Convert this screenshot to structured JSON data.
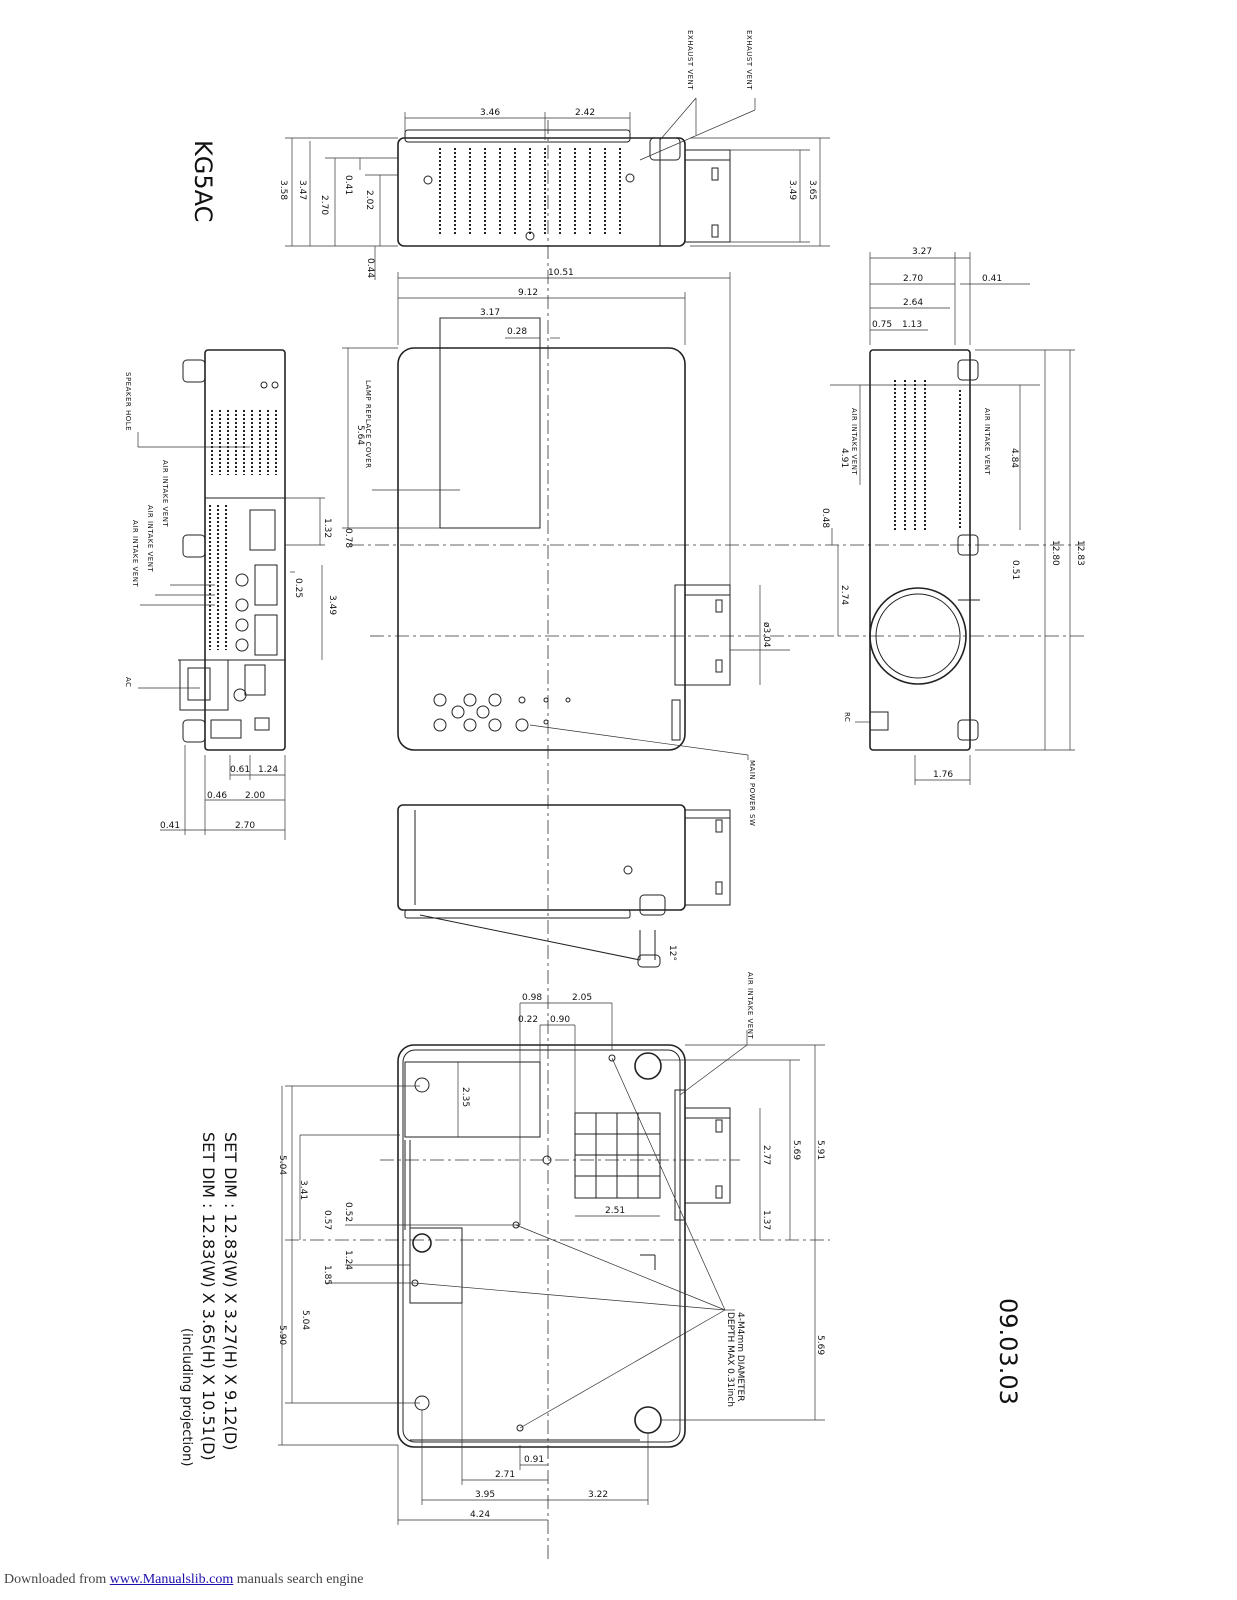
{
  "drawing": {
    "model": "KG5AC",
    "date": "09.03.03",
    "set_dim_1": "SET DIM : 12.83(W) X 3.27(H) X  9.12(D)",
    "set_dim_2": "SET DIM : 12.83(W) X 3.65(H) X 10.51(D)",
    "set_dim_note": "(including projection)",
    "labels": {
      "exhaust_vent_1": "EXHAUST VENT",
      "exhaust_vent_2": "EXHAUST VENT",
      "speaker_hole": "SPEAKER HOLE",
      "air_intake_1": "AIR INTAKE VENT",
      "air_intake_2": "AIR INTAKE VENT",
      "air_intake_3": "AIR INTAKE VENT",
      "air_intake_4": "AIR INTAKE VENT",
      "air_intake_5": "AIR INTAKE VENT",
      "air_intake_6": "AIR INTAKE VENT",
      "ac": "AC",
      "lamp_cover": "LAMP REPLACE COVER",
      "main_power": "MAIN POWER SW",
      "rc": "RC",
      "m4_line1": "4-M4mm DIAMETER",
      "m4_line2": "DEPTH MAX 0.31inch",
      "angle": "12°"
    },
    "dims": {
      "d346": "3.46",
      "d242": "2.42",
      "d358": "3.58",
      "d347": "3.47",
      "d041a": "0.41",
      "d270a": "2.70",
      "d202": "2.02",
      "d044": "0.44",
      "d349a": "3.49",
      "d365": "3.65",
      "d1051": "10.51",
      "d912": "9.12",
      "d317": "3.17",
      "d028": "0.28",
      "d564": "5.64",
      "d132": "1.32",
      "d078": "0.78",
      "d025": "0.25",
      "d349b": "3.49",
      "d304": "ø3.04",
      "d061": "0.61",
      "d124a": "1.24",
      "d046": "0.46",
      "d200": "2.00",
      "d041b": "0.41",
      "d270b": "2.70",
      "d327": "3.27",
      "d270c": "2.70",
      "d041c": "0.41",
      "d264": "2.64",
      "d075": "0.75",
      "d113": "1.13",
      "d491": "4.91",
      "d484": "4.84",
      "d048": "0.48",
      "d051": "0.51",
      "d274": "2.74",
      "d1280": "12.80",
      "d1283": "12.83",
      "d176": "1.76",
      "d098": "0.98",
      "d205": "2.05",
      "d022": "0.22",
      "d090": "0.90",
      "d235": "2.35",
      "d504a": "5.04",
      "d341": "3.41",
      "d052": "0.52",
      "d057": "0.57",
      "d124b": "1.24",
      "d185": "1.85",
      "d504b": "5.04",
      "d590": "5.90",
      "d277": "2.77",
      "d569a": "5.69",
      "d591": "5.91",
      "d137": "1.37",
      "d251": "2.51",
      "d569b": "5.69",
      "d091": "0.91",
      "d271": "2.71",
      "d395": "3.95",
      "d322": "3.22",
      "d424": "4.24"
    }
  },
  "footer": {
    "prefix": "Downloaded from ",
    "link": "www.Manualslib.com",
    "suffix": " manuals search engine"
  }
}
